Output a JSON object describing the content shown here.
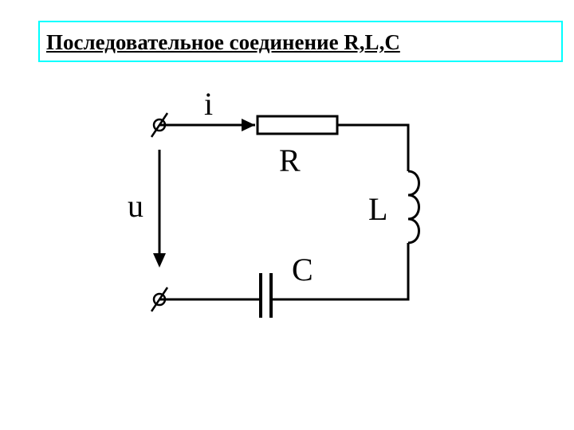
{
  "title": "Последовательное соединение R,L,C",
  "labels": {
    "current": "i",
    "voltage": "u",
    "resistor": "R",
    "inductor": "L",
    "capacitor": "C"
  },
  "colors": {
    "title_frame": "#00ffff",
    "line": "#000000"
  }
}
